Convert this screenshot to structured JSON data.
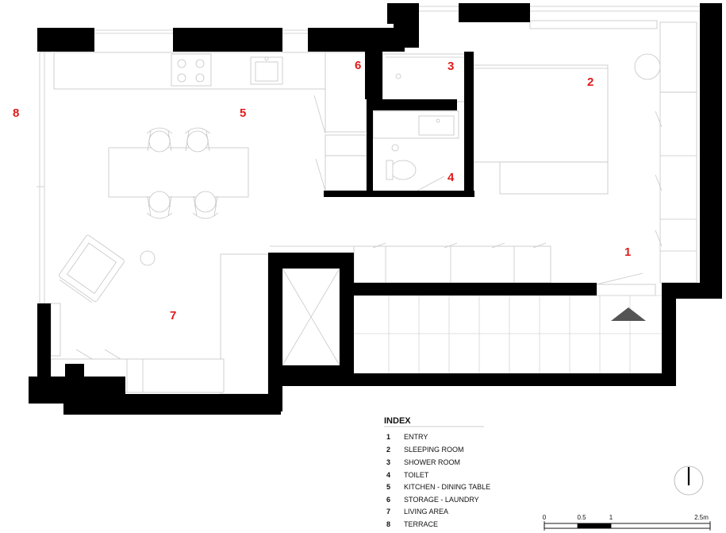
{
  "room_labels": {
    "entry": "1",
    "sleeping_room": "2",
    "shower_room": "3",
    "toilet": "4",
    "kitchen_dining": "5",
    "storage_laundry": "6",
    "living_area": "7",
    "terrace": "8"
  },
  "index": {
    "title": "INDEX",
    "items": [
      {
        "num": "1",
        "label": "ENTRY"
      },
      {
        "num": "2",
        "label": "SLEEPING ROOM"
      },
      {
        "num": "3",
        "label": "SHOWER ROOM"
      },
      {
        "num": "4",
        "label": "TOILET"
      },
      {
        "num": "5",
        "label": "KITCHEN - DINING TABLE"
      },
      {
        "num": "6",
        "label": "STORAGE - LAUNDRY"
      },
      {
        "num": "7",
        "label": "LIVING AREA"
      },
      {
        "num": "8",
        "label": "TERRACE"
      }
    ]
  },
  "scale_bar": {
    "ticks": [
      "0",
      "0.5",
      "1",
      "2.5m"
    ]
  },
  "colors": {
    "walls": "#000000",
    "room_numbers": "#e01b1b",
    "fixtures": "#c4c4c4"
  }
}
